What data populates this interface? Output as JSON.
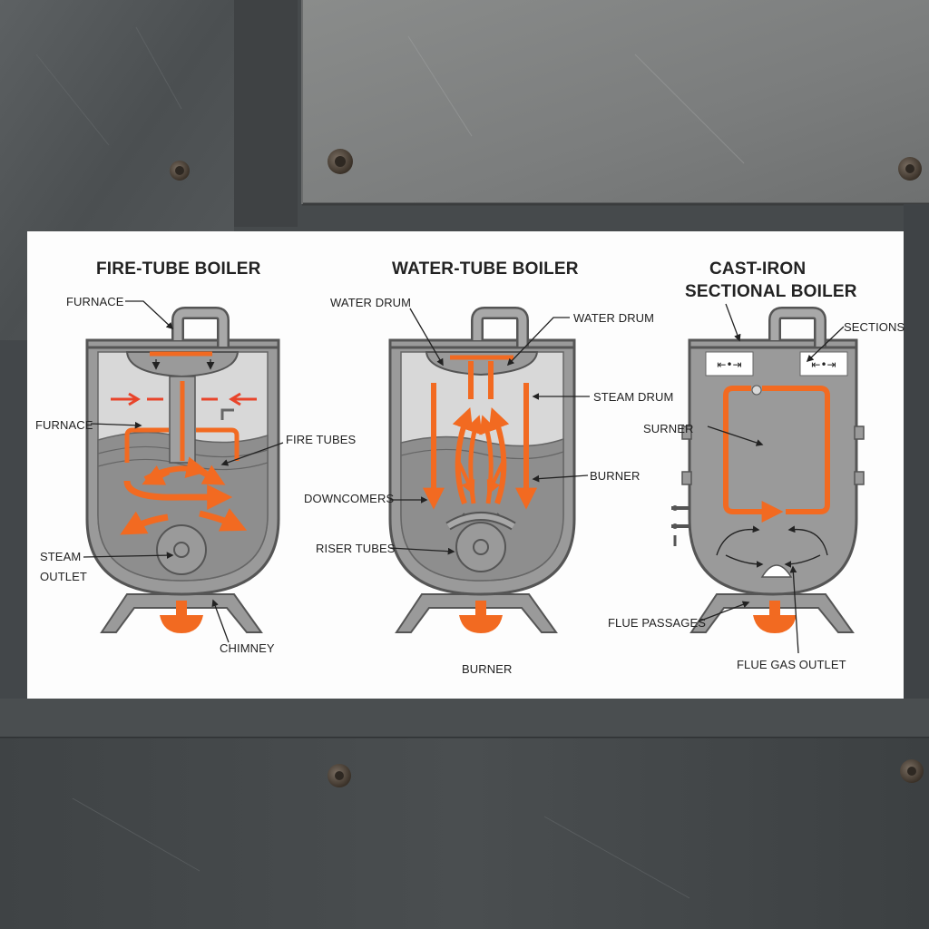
{
  "diagrams": [
    {
      "title": "FIRE-TUBE BOILER",
      "labels": {
        "furnace_top": "FURNACE",
        "furnace_mid": "FURNACE",
        "fire_tubes": "FIRE TUBES",
        "steam_outlet_1": "STEAM",
        "steam_outlet_2": "OUTLET",
        "chimney": "CHIMNEY"
      }
    },
    {
      "title": "WATER-TUBE BOILER",
      "labels": {
        "water_drum_left": "WATER DRUM",
        "water_drum_right": "WATER DRUM",
        "steam_drum": "STEAM DRUM",
        "burner_side": "BURNER",
        "downcomers": "DOWNCOMERS",
        "riser_tubes": "RISER TUBES",
        "burner_bottom": "BURNER"
      }
    },
    {
      "title_line1": "CAST-IRON",
      "title_line2": "SECTIONAL BOILER",
      "labels": {
        "sections": "SECTIONS",
        "surner": "SURNER",
        "flue_passages": "FLUE PASSAGES",
        "flue_gas_outlet": "FLUE GAS OUTLET"
      }
    }
  ],
  "colors": {
    "accent": "#f26a21",
    "shell": "#9a9a9a",
    "water": "#8a8a8a",
    "outline": "#5a5a5a",
    "arrow_red": "#e8442a",
    "panel": "#fdfdfd"
  }
}
